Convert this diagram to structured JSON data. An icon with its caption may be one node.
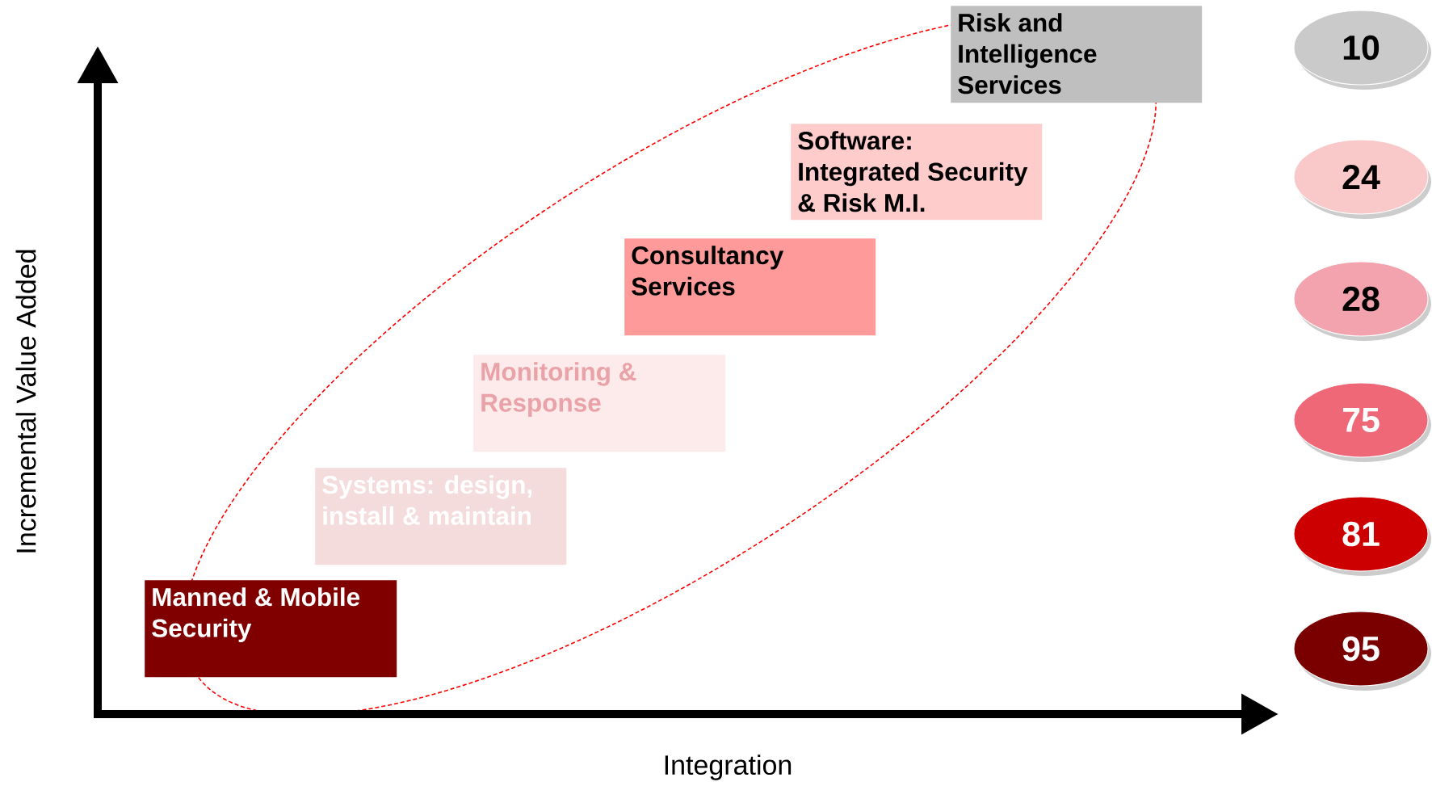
{
  "diagram": {
    "nodes": [
      {
        "text": [
          "Manned & Mobile Security"
        ]
      },
      {
        "text": [
          "Systems: design, install & maintain"
        ]
      },
      {
        "text": [
          "Monitoring & Response"
        ]
      },
      {
        "text": [
          "Consultancy Services"
        ]
      },
      {
        "text": [
          "Software: Integrated Security & Risk M.I."
        ]
      },
      {
        "text": [
          "Risk and Intelligence Services"
        ]
      },
      {
        "text": [
          "10"
        ]
      },
      {
        "text": [
          "24"
        ]
      },
      {
        "text": [
          "28"
        ]
      },
      {
        "text": [
          "75"
        ]
      },
      {
        "text": [
          "81"
        ]
      },
      {
        "text": [
          "95"
        ]
      }
    ],
    "labels": [
      "Incremental Value Added",
      "Integration"
    ]
  }
}
